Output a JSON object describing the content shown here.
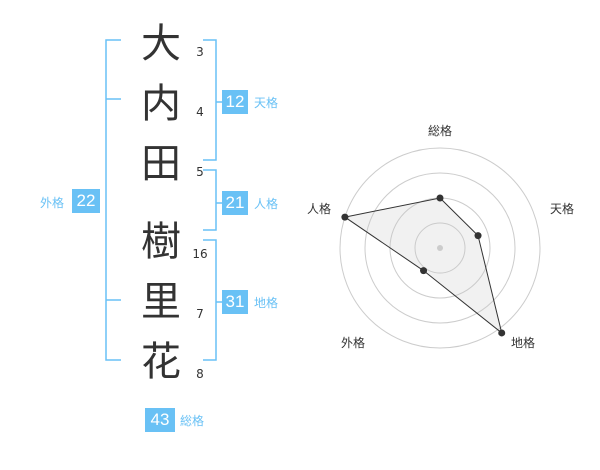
{
  "name": {
    "chars": [
      {
        "char": "大",
        "strokes": "3"
      },
      {
        "char": "内",
        "strokes": "4"
      },
      {
        "char": "田",
        "strokes": "5"
      },
      {
        "char": "樹",
        "strokes": "16"
      },
      {
        "char": "里",
        "strokes": "7"
      },
      {
        "char": "花",
        "strokes": "8"
      }
    ]
  },
  "kaku": {
    "tenkaku": {
      "value": "12",
      "label": "天格"
    },
    "jinkaku": {
      "value": "21",
      "label": "人格"
    },
    "chikaku": {
      "value": "31",
      "label": "地格"
    },
    "gaikaku": {
      "value": "22",
      "label": "外格"
    },
    "soukaku": {
      "value": "43",
      "label": "総格"
    }
  },
  "colors": {
    "accent": "#69c1f5",
    "text": "#333333",
    "grid": "#cccccc"
  },
  "chart_data": {
    "type": "radar",
    "axes": [
      "総格",
      "天格",
      "地格",
      "外格",
      "人格"
    ],
    "rings": 4,
    "values": [
      0.5,
      0.4,
      1.05,
      0.28,
      1.0
    ]
  }
}
